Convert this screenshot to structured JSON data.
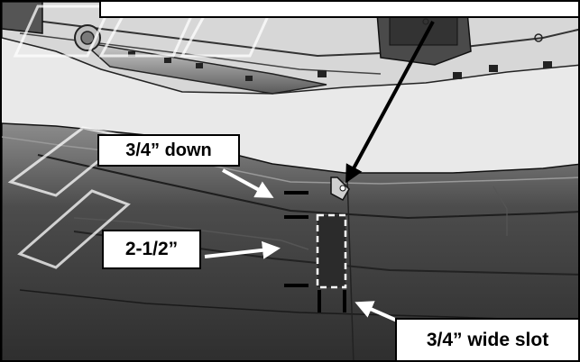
{
  "callouts": {
    "down": "3/4” down",
    "height": "2-1/2”",
    "slot": "3/4” wide slot",
    "top": ""
  },
  "colors": {
    "line": "#000000",
    "callout_bg": "#ffffff",
    "part_dark": "#3a3a3a",
    "part_mid": "#6a6a6a",
    "part_light": "#bdbdbd",
    "dashed_box": "#ffffff"
  },
  "icons": {
    "arrow": "arrow-icon",
    "watermark": "watermark-logo"
  }
}
